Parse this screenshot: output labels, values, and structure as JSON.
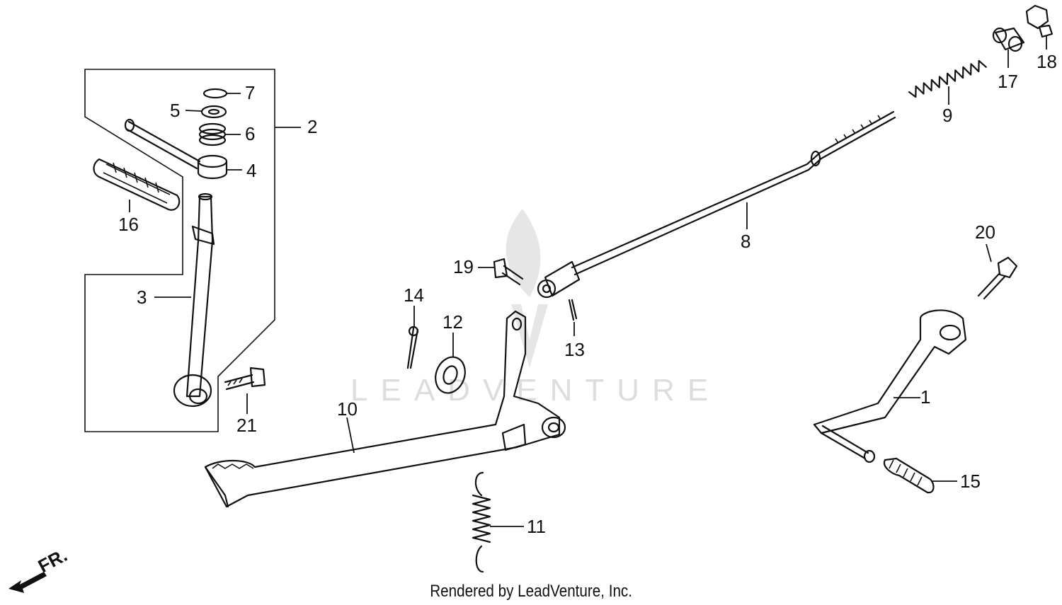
{
  "watermark": "LEADVENTURE",
  "footer": "Rendered by LeadVenture, Inc.",
  "direction_marker": "FR.",
  "callouts": [
    "1",
    "2",
    "3",
    "4",
    "5",
    "6",
    "7",
    "8",
    "9",
    "10",
    "11",
    "12",
    "13",
    "14",
    "15",
    "16",
    "17",
    "18",
    "19",
    "20",
    "21"
  ]
}
